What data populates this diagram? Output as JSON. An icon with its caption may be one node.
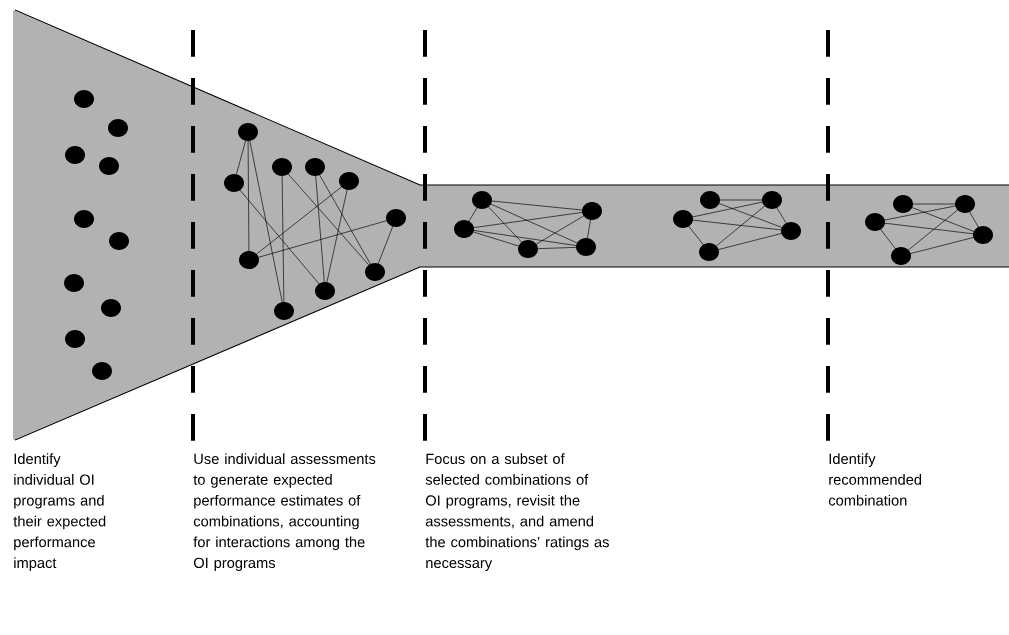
{
  "diagram": {
    "labels": [
      "Identify individual OI programs and their expected performance impact",
      "Use individual assessments to generate expected performance estimates of combinations, accounting for interactions among the OI programs",
      "Focus on a subset of selected combinations of OI programs, revisit the assessments, and amend the combinations’ ratings as necessary",
      "Identify recommended combination"
    ]
  }
}
